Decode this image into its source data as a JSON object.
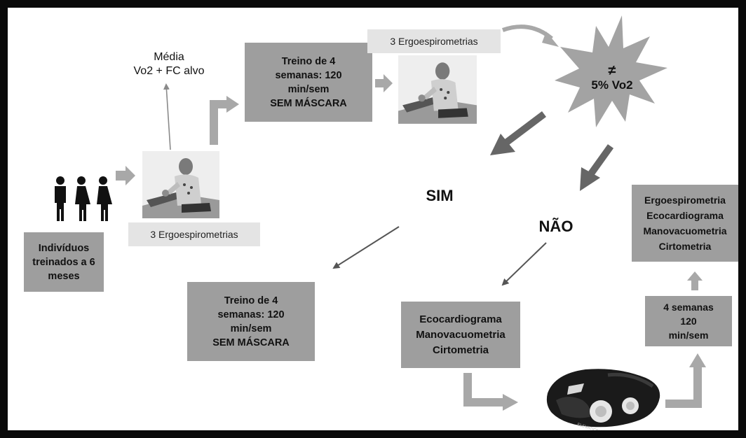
{
  "diagram": {
    "media_title": "Média",
    "media_subtitle": "Vo2 + FC alvo",
    "individuals_box": [
      "Indivíduos",
      "treinados a 6",
      "meses"
    ],
    "ergo_label_left": "3 Ergoespirometrias",
    "ergo_label_top": "3 Ergoespirometrias",
    "training_top": [
      "Treino de 4",
      "semanas: 120",
      "min/sem",
      "SEM MÁSCARA"
    ],
    "starburst_symbol": "≠",
    "starburst_text": "5% Vo2",
    "sim_label": "SIM",
    "nao_label": "NÃO",
    "training_bottom": [
      "Treino de 4",
      "semanas: 120",
      "min/sem",
      "SEM MÁSCARA"
    ],
    "exams_bottom": [
      "Ecocardiograma",
      "Manovacuometria",
      "Cirtometria"
    ],
    "weeks_box": [
      "4 semanas",
      "120",
      "min/sem"
    ],
    "exams_right": [
      "Ergoespirometria",
      "Ecocardiograma",
      "Manovacuometria",
      "Cirtometria"
    ],
    "mask_brand": "ELEVATION TRAINING MASK"
  },
  "colors": {
    "box_fill": "#9e9e9e",
    "label_fill": "#e4e4e4",
    "arrow_gray": "#a8a8a8",
    "arrow_dark": "#666666",
    "frame": "#0a0a0a"
  }
}
